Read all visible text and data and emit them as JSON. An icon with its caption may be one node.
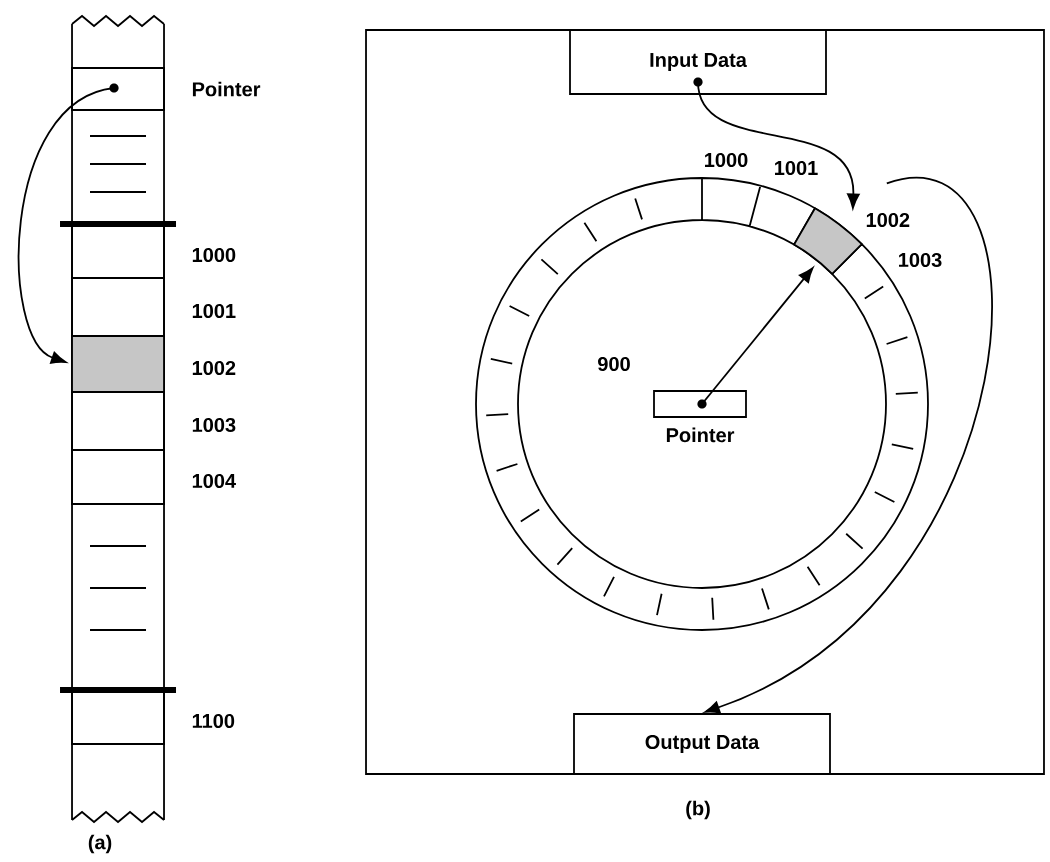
{
  "diagram": {
    "nodes": [
      {
        "text": [],
        "shape": "box",
        "beside": [
          "Pointer"
        ]
      },
      {
        "text": [],
        "shape": "box",
        "beside": [
          "1000"
        ]
      },
      {
        "text": [],
        "shape": "box",
        "beside": [
          "1001"
        ]
      },
      {
        "text": [],
        "shape": "box",
        "beside": [
          "1002"
        ]
      },
      {
        "text": [],
        "shape": "box",
        "beside": [
          "1003"
        ]
      },
      {
        "text": [],
        "shape": "box",
        "beside": [
          "1004"
        ]
      },
      {
        "text": [],
        "shape": "box",
        "beside": [
          "1100"
        ]
      },
      {
        "text": [
          "Input Data"
        ]
      },
      {
        "text": [],
        "shape": "box",
        "beside": [
          "1002"
        ]
      },
      {
        "text": [
          "Pointer"
        ],
        "beside": [
          "900"
        ]
      },
      {
        "text": [
          "Output Data"
        ]
      }
    ],
    "edges": [
      {
        "from": 0,
        "to": 3,
        "arrow": "to"
      },
      {
        "from": 7,
        "to": 8,
        "arrow": "to"
      },
      {
        "from": 9,
        "to": 8,
        "arrow": "to"
      },
      {
        "from": 8,
        "to": 10,
        "arrow": "to"
      }
    ],
    "labels": [
      "(a)",
      "1000",
      "1001",
      "1003",
      "(b)"
    ]
  }
}
